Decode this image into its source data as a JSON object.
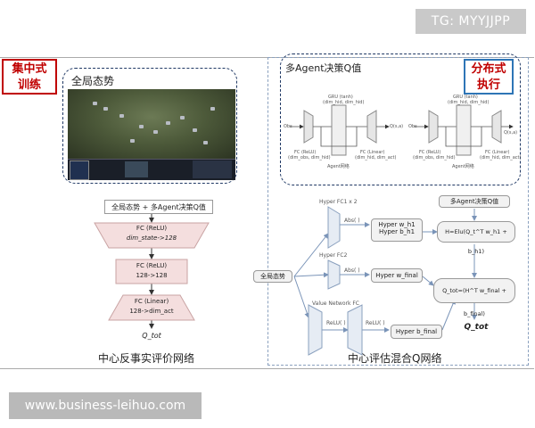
{
  "watermark_top": "TG: MYYJJPP",
  "watermark_bottom": "www.business-leihuo.com",
  "left_badge": {
    "line1": "集中式",
    "line2": "训练"
  },
  "right_badge": {
    "line1": "分布式",
    "line2": "执行"
  },
  "global_state_title": "全局态势",
  "multi_agent_title": "多Agent决策Q值",
  "critic": {
    "input": "全局态势 + 多Agent决策Q值",
    "fc1_label": "FC (ReLU)",
    "fc1_dim": "dim_state->128",
    "fc2_label": "FC (ReLU)",
    "fc2_dim": "128->128",
    "fc3_label": "FC (Linear)",
    "fc3_dim": "128->dim_act",
    "output": "Q_tot",
    "caption": "中心反事实评价网络"
  },
  "agent_net": {
    "gru_label": "GRU (tanh)",
    "gru_dim": "(dim_hid, dim_hid)",
    "input": "Obs",
    "fc_in_label": "FC (ReLU)",
    "fc_in_dim": "(dim_obs, dim_hid)",
    "fc_out_label": "FC (Linear)",
    "fc_out_dim": "(dim_hid, dim_act)",
    "output": "Q(s,a)",
    "name": "Agent网络"
  },
  "mixing": {
    "state_input": "全局态势",
    "agent_q": "多Agent决策Q值",
    "hyper_fc1": "Hyper FC1 x 2",
    "abs1": "Abs( )",
    "hyper_w1": "Hyper w_h1",
    "hyper_b1": "Hyper b_h1",
    "h_formula": "H=Elu(Q_t^T w_h1 + b_h1)",
    "hyper_fc2": "Hyper FC2",
    "abs2": "Abs( )",
    "hyper_wfinal": "Hyper w_final",
    "qtot_formula": "Q_tot=(H^T w_final + b_final)",
    "value_fc": "Value Network FC",
    "relu1": "ReLU( )",
    "relu2": "ReLU( )",
    "hyper_bfinal": "Hyper b_final",
    "output": "Q_tot",
    "caption": "中心评估混合Q网络"
  }
}
